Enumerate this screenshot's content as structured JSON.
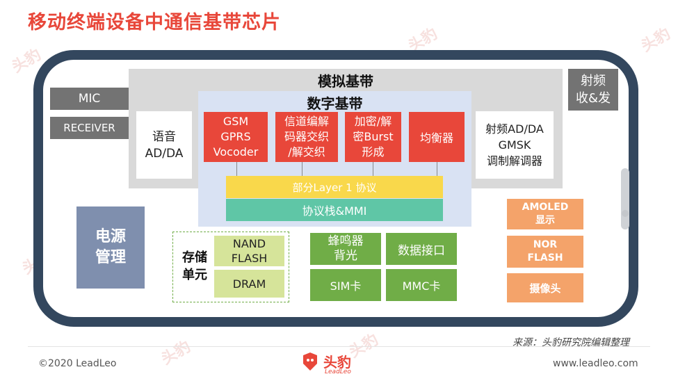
{
  "title": "移动终端设备中通信基带芯片",
  "analog_baseband": "模拟基带",
  "digital_baseband": "数字基带",
  "mic": "MIC",
  "receiver": "RECEIVER",
  "voice_adda": [
    "语音",
    "AD/DA"
  ],
  "rf_rx_tx": [
    "射频",
    "收&发"
  ],
  "rf_adda": [
    "射频AD/DA",
    "GMSK",
    "调制解调器"
  ],
  "red_blocks": [
    [
      "GSM",
      "GPRS",
      "Vocoder"
    ],
    [
      "信道编解",
      "码器交织",
      "/解交织"
    ],
    [
      "加密/解",
      "密Burst",
      "形成"
    ],
    [
      "均衡器"
    ]
  ],
  "layer1": "部分Layer 1 协议",
  "protocol_stack": "协议栈&MMI",
  "power_mgmt": [
    "电源",
    "管理"
  ],
  "storage_label": [
    "存储",
    "单元"
  ],
  "nand_flash": [
    "NAND",
    "FLASH"
  ],
  "dram": "DRAM",
  "buzzer_backlight": [
    "蜂鸣器",
    "背光"
  ],
  "data_interface": "数据接口",
  "sim_card": "SIM卡",
  "mmc_card": "MMC卡",
  "amoled": [
    "AMOLED",
    "显示"
  ],
  "nor_flash": [
    "NOR",
    "FLASH"
  ],
  "camera": "摄像头",
  "source": "来源：头豹研究院编辑整理",
  "copyright": "©2020 LeadLeo",
  "website": "www.leadleo.com",
  "logo_text": "头豹",
  "logo_sub": "LeadLeo",
  "watermark_text": "头豹",
  "colors": {
    "title_red": "#e8473a",
    "phone_frame": "#33475e",
    "analog_gray": "#d9d9d9",
    "digital_blue": "#d9e2f3",
    "block_red": "#e8473a",
    "layer1_yellow": "#f9d84b",
    "stack_teal": "#5fc6a6",
    "peripheral_green": "#70ad47",
    "memory_lime": "#d6e49a",
    "display_orange": "#f4a36a",
    "power_blue": "#7f8fae"
  }
}
